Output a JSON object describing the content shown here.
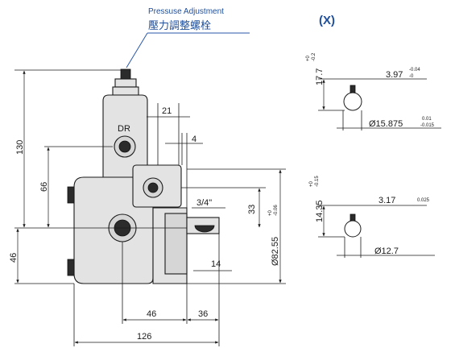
{
  "callout": {
    "english": "Pressuse Adjustment",
    "chinese": "壓力調整螺栓"
  },
  "view_label": "(X)",
  "port_label": "DR",
  "thread_label": "3/4\"",
  "dims": {
    "d130": "130",
    "d66": "66",
    "d46_left": "46",
    "d21": "21",
    "d4": "4",
    "d33": "33",
    "d82_55": "Ø82.55",
    "d82_tol_up": "+0",
    "d82_tol_dn": "-0.06",
    "d14": "14",
    "d46_bottom": "46",
    "d36": "36",
    "d126": "126"
  },
  "shaft_upper": {
    "height": "17.7",
    "height_tol_up": "+0",
    "height_tol_dn": "-0.2",
    "key": "3.97",
    "key_tol_up": "-0.04",
    "key_tol_dn": "-0",
    "diameter": "Ø15.875",
    "dia_tol_up": "0.01",
    "dia_tol_dn": "-0.015"
  },
  "shaft_lower": {
    "height": "14.35",
    "height_tol_up": "+0",
    "height_tol_dn": "-0.15",
    "key": "3.17",
    "key_tol": "0.025",
    "diameter": "Ø12.7"
  }
}
